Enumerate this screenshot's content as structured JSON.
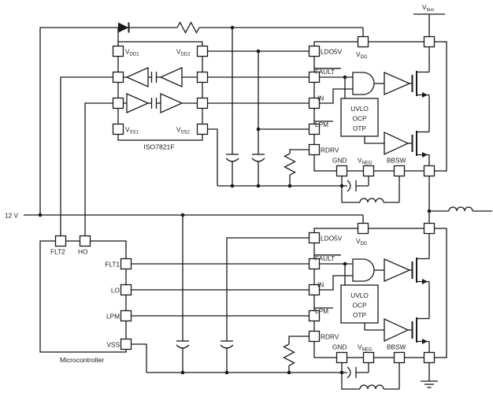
{
  "schematic": {
    "supply_label": "12 V",
    "vbus": {
      "base": "V",
      "sub": "bus"
    },
    "iso": {
      "name": "ISO7821F",
      "vdd1_base": "V",
      "vdd1_sub": "DD1",
      "vdd2_base": "V",
      "vdd2_sub": "DD2",
      "vss1_base": "V",
      "vss1_sub": "SS1",
      "vss2_base": "V",
      "vss2_sub": "SS2"
    },
    "driver": {
      "ldo5v": "LDO5V",
      "vdd_base": "V",
      "vdd_sub": "DD",
      "fault": "FAULT",
      "in": "IN",
      "lpm": "LPM",
      "rdrv": "RDRV",
      "gnd": "GND",
      "vneg_base": "V",
      "vneg_sub": "NEG",
      "bbsw": "BBSW",
      "block1": "UVLO",
      "block2": "OCP",
      "block3": "OTP"
    },
    "mcu": {
      "name": "Microcontroller",
      "flt2": "FLT2",
      "ho": "HO",
      "flt1": "FLT1",
      "lo": "LO",
      "lpm": "LPM",
      "vss": "VSS"
    }
  }
}
